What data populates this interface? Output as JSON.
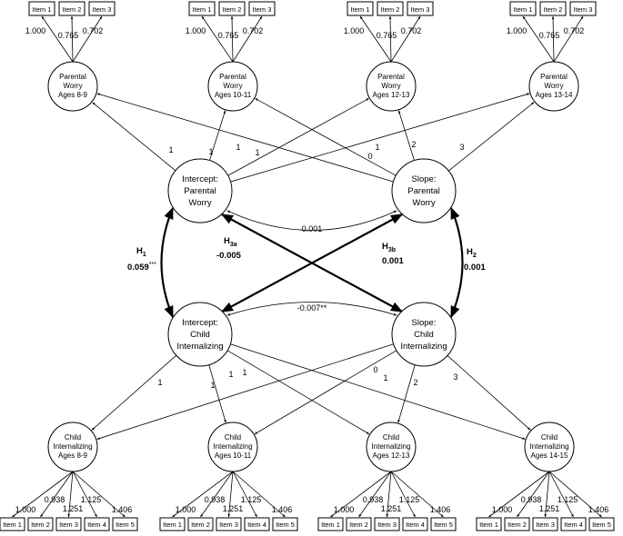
{
  "item_labels_3": [
    "Item 1",
    "Item 2",
    "Item 3"
  ],
  "item_labels_5": [
    "Item 1",
    "Item 2",
    "Item 3",
    "Item 4",
    "Item 5"
  ],
  "worry_loadings": [
    "1.000",
    "0.765",
    "0.702"
  ],
  "child_loadings": [
    "1.000",
    "0.938",
    "1.251",
    "1.125",
    "1.406"
  ],
  "worry_factors": [
    {
      "line1": "Parental",
      "line2": "Worry",
      "line3": "Ages 8-9"
    },
    {
      "line1": "Parental",
      "line2": "Worry",
      "line3": "Ages 10-11"
    },
    {
      "line1": "Parental",
      "line2": "Worry",
      "line3": "Ages 12-13"
    },
    {
      "line1": "Parental",
      "line2": "Worry",
      "line3": "Ages 13-14"
    }
  ],
  "child_factors": [
    {
      "line1": "Child",
      "line2": "Internalizing",
      "line3": "Ages 8-9"
    },
    {
      "line1": "Child",
      "line2": "Internalizing",
      "line3": "Ages 10-11"
    },
    {
      "line1": "Child",
      "line2": "Internalizing",
      "line3": "Ages 12-13"
    },
    {
      "line1": "Child",
      "line2": "Internalizing",
      "line3": "Ages 14-15"
    }
  ],
  "latent": {
    "intercept_worry": {
      "line1": "Intercept:",
      "line2": "Parental",
      "line3": "Worry"
    },
    "slope_worry": {
      "line1": "Slope:",
      "line2": "Parental",
      "line3": "Worry"
    },
    "intercept_child": {
      "line1": "Intercept:",
      "line2": "Child",
      "line3": "Internalizing"
    },
    "slope_child": {
      "line1": "Slope:",
      "line2": "Child",
      "line3": "Internalizing"
    }
  },
  "growth_paths": {
    "intercept": [
      "1",
      "1",
      "1",
      "1"
    ],
    "slope": [
      "0",
      "1",
      "2",
      "3"
    ]
  },
  "covariances": {
    "worry": "0.001",
    "child": "-0.007**"
  },
  "hypotheses": {
    "h1": {
      "label": "H",
      "sub": "1",
      "value": "0.059",
      "sig": "***"
    },
    "h2": {
      "label": "H",
      "sub": "2",
      "value": "0.001"
    },
    "h3a": {
      "label": "H",
      "sub": "3a",
      "value": "-0.005"
    },
    "h3b": {
      "label": "H",
      "sub": "3b",
      "value": "0.001"
    }
  }
}
